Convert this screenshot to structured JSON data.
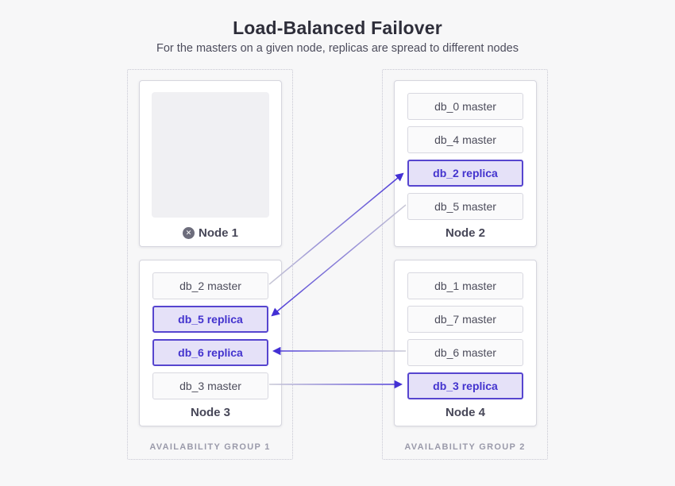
{
  "header": {
    "title": "Load-Balanced Failover",
    "subtitle": "For the masters on a given node, replicas are spread to different nodes"
  },
  "groups": [
    {
      "label": "AVAILABILITY GROUP 1",
      "nodes": [
        {
          "name": "Node 1",
          "status": "failed",
          "status_icon": "x-circle-icon",
          "dbs": []
        },
        {
          "name": "Node 3",
          "status": "ok",
          "dbs": [
            {
              "label": "db_2 master",
              "role": "master"
            },
            {
              "label": "db_5 replica",
              "role": "replica"
            },
            {
              "label": "db_6 replica",
              "role": "replica"
            },
            {
              "label": "db_3 master",
              "role": "master"
            }
          ]
        }
      ]
    },
    {
      "label": "AVAILABILITY GROUP 2",
      "nodes": [
        {
          "name": "Node 2",
          "status": "ok",
          "dbs": [
            {
              "label": "db_0 master",
              "role": "master"
            },
            {
              "label": "db_4 master",
              "role": "master"
            },
            {
              "label": "db_2 replica",
              "role": "replica"
            },
            {
              "label": "db_5 master",
              "role": "master"
            }
          ]
        },
        {
          "name": "Node 4",
          "status": "ok",
          "dbs": [
            {
              "label": "db_1 master",
              "role": "master"
            },
            {
              "label": "db_7 master",
              "role": "master"
            },
            {
              "label": "db_6 master",
              "role": "master"
            },
            {
              "label": "db_3 replica",
              "role": "replica"
            }
          ]
        }
      ]
    }
  ],
  "connections": [
    {
      "from": "db_2 master (Node 3)",
      "to": "db_2 replica (Node 2)"
    },
    {
      "from": "db_5 master (Node 2)",
      "to": "db_5 replica (Node 3)"
    },
    {
      "from": "db_6 master (Node 4)",
      "to": "db_6 replica (Node 3)"
    },
    {
      "from": "db_3 master (Node 3)",
      "to": "db_3 replica (Node 4)"
    }
  ],
  "colors": {
    "page_bg": "#f7f7f8",
    "accent_purple": "#4b38d8",
    "replica_bg": "#e5e1f8",
    "replica_border": "#5645cf",
    "master_border": "#d8d8e0",
    "line_gray": "#c9c9d6",
    "group_label_gray": "#9a9aaa"
  }
}
